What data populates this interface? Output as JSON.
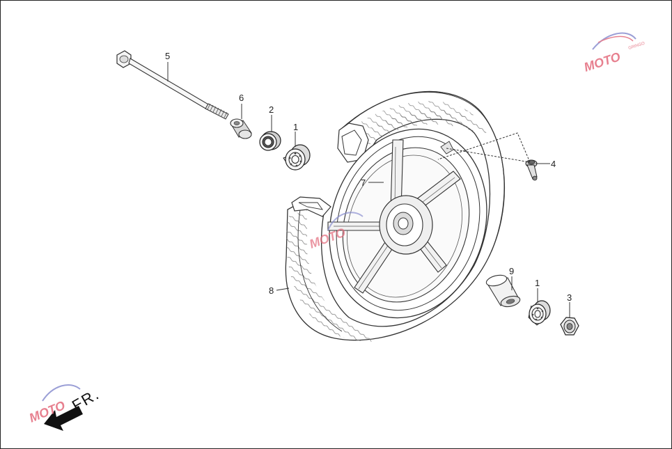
{
  "direction_label": "FR.",
  "watermark": {
    "text": "MOTO",
    "sub_text": "GRINGO",
    "color": "#e36b7c",
    "swoosh_color": "#8a8fd0"
  },
  "parts": [
    {
      "id": "part-1-left",
      "number": "1",
      "icon": "bearing-icon"
    },
    {
      "id": "part-2",
      "number": "2",
      "icon": "oil-seal-icon"
    },
    {
      "id": "part-3",
      "number": "3",
      "icon": "axle-nut-icon"
    },
    {
      "id": "part-4",
      "number": "4",
      "icon": "valve-stem-icon"
    },
    {
      "id": "part-5",
      "number": "5",
      "icon": "axle-bolt-icon"
    },
    {
      "id": "part-6",
      "number": "6",
      "icon": "side-collar-icon"
    },
    {
      "id": "part-7",
      "number": "7",
      "icon": "wheel-rim-icon"
    },
    {
      "id": "part-8",
      "number": "8",
      "icon": "tire-icon"
    },
    {
      "id": "part-9",
      "number": "9",
      "icon": "distance-collar-icon"
    },
    {
      "id": "part-1-right",
      "number": "1",
      "icon": "bearing-icon"
    }
  ]
}
